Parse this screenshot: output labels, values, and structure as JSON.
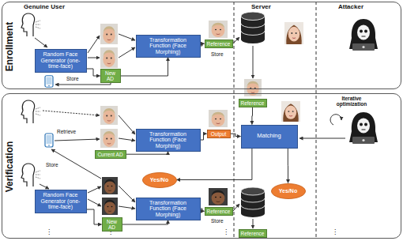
{
  "diagram": {
    "nodes": [
      {
        "text": [
          "Enrollment"
        ]
      },
      {
        "text": [
          "Random Face Generator (one-time-face)"
        ],
        "in": 0
      },
      {
        "text": [
          "New AD"
        ],
        "in": 0
      },
      {
        "text": [
          "Transformation Function (Face Morphing)"
        ],
        "in": 0
      },
      {
        "text": [
          "Reference"
        ],
        "in": 0
      },
      {
        "text": [
          "Verification"
        ]
      },
      {
        "text": [
          "Reference"
        ],
        "in": 5
      },
      {
        "text": [
          "Current AD"
        ],
        "in": 5
      },
      {
        "text": [
          "Transformation Function (Face Morphing)"
        ],
        "in": 5
      },
      {
        "text": [
          "Output"
        ],
        "in": 5
      },
      {
        "text": [
          "Matching"
        ],
        "in": 5
      },
      {
        "text": [
          "Yes/No"
        ],
        "in": 5
      },
      {
        "text": [
          "Yes/No"
        ],
        "in": 5
      },
      {
        "text": [
          "Random Face Generator (one-time-face)"
        ],
        "in": 5
      },
      {
        "text": [
          "New AD"
        ],
        "in": 5
      },
      {
        "text": [
          "Transformation Function (Face Morphing)"
        ],
        "in": 5
      },
      {
        "text": [
          "Reference"
        ],
        "in": 5
      },
      {
        "text": [
          "Reference"
        ],
        "in": 5
      }
    ],
    "edges": [
      {
        "from": 1,
        "to": 2,
        "arrow": "to"
      },
      {
        "from": 2,
        "to": 3,
        "arrow": "to"
      },
      {
        "from": 3,
        "to": 4,
        "arrow": "to"
      },
      {
        "from": 6,
        "to": 10,
        "arrow": "to"
      },
      {
        "from": 7,
        "to": 8,
        "arrow": "to"
      },
      {
        "from": 8,
        "to": 9,
        "arrow": "to"
      },
      {
        "from": 9,
        "to": 10,
        "arrow": "to"
      },
      {
        "from": 10,
        "to": 11,
        "arrow": "to"
      },
      {
        "from": 10,
        "to": 12,
        "arrow": "to"
      },
      {
        "from": 13,
        "to": 14,
        "arrow": "to"
      },
      {
        "from": 14,
        "to": 15,
        "arrow": "to"
      },
      {
        "from": 15,
        "to": 16,
        "arrow": "to"
      }
    ],
    "labels": [
      "Genuine User",
      "Server",
      "Attacker",
      "Store",
      "Store",
      "Iterative optimization",
      "Retrieve",
      "Store",
      "Store",
      "⋮",
      "⋮",
      "⋮",
      "⋮"
    ]
  }
}
